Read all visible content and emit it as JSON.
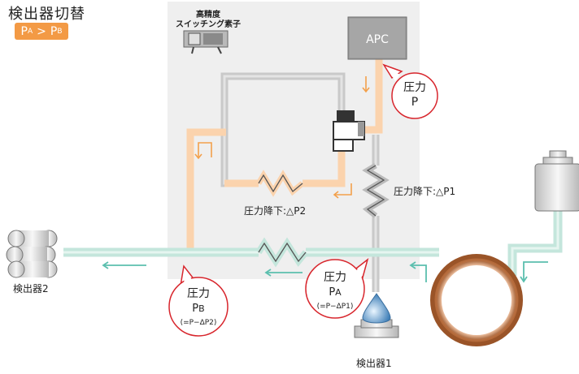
{
  "title": "検出器切替",
  "badge": {
    "left": "P",
    "left_sub": "A",
    "op": ">",
    "right": "P",
    "right_sub": "B"
  },
  "switch_label_1": "高精度",
  "switch_label_2": "スイッチング素子",
  "apc_label": "APC",
  "callout_p": {
    "line1": "圧力",
    "line2": "P"
  },
  "callout_pa": {
    "line1": "圧力",
    "line2": "P",
    "line2_sub": "A",
    "line3": "(=P−ΔP1)"
  },
  "callout_pb": {
    "line1": "圧力",
    "line2": "P",
    "line2_sub": "B",
    "line3": "(=P−ΔP2)"
  },
  "drop1_label": "圧力降下:△P1",
  "drop2_label": "圧力降下:△P2",
  "detector1_label": "検出器1",
  "detector2_label": "検出器2",
  "colors": {
    "orange": "#f6a04d",
    "orange_pipe": "#fbd3ad",
    "teal_pipe": "#bfe3d9",
    "teal_arrow": "#5bbfae",
    "gray_pipe": "#c7c7c7",
    "callout_red": "#d8262d",
    "panel": "#efefef"
  }
}
